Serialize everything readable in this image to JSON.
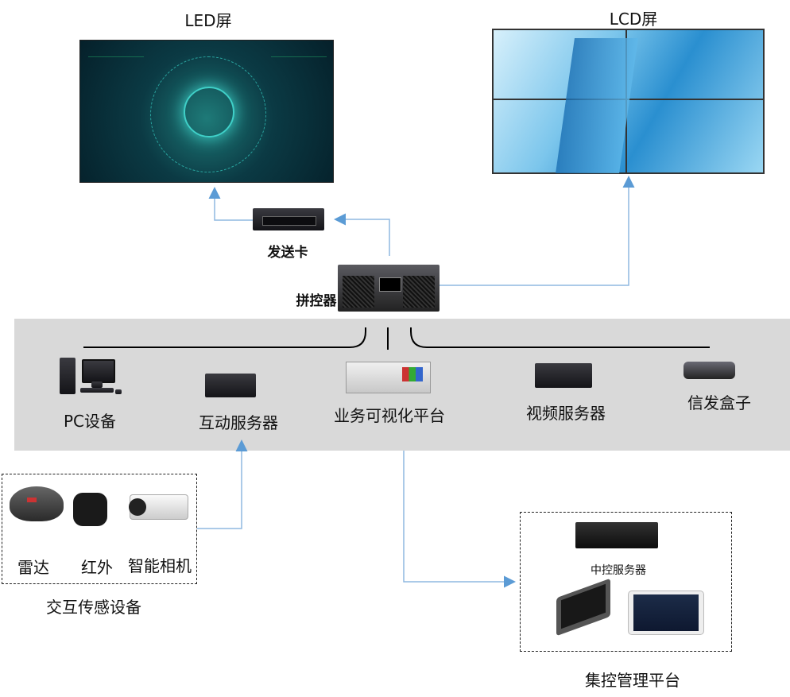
{
  "led": {
    "title": "LED屏"
  },
  "lcd": {
    "title": "LCD屏"
  },
  "sender": {
    "label": "发送卡"
  },
  "switcher": {
    "label": "拼控器"
  },
  "devices": [
    {
      "label": "PC设备",
      "icon": "pc-icon"
    },
    {
      "label": "互动服务器",
      "icon": "server-icon"
    },
    {
      "label": "业务可视化平台",
      "icon": "platform-server-icon"
    },
    {
      "label": "视频服务器",
      "icon": "server-icon"
    },
    {
      "label": "信发盒子",
      "icon": "media-box-icon"
    }
  ],
  "sensors": {
    "title": "交互传感设备",
    "items": [
      {
        "label": "雷达",
        "icon": "radar-icon"
      },
      {
        "label": "红外",
        "icon": "infrared-sensor-icon"
      },
      {
        "label": "智能相机",
        "icon": "camera-icon"
      }
    ]
  },
  "control": {
    "title": "集控管理平台",
    "server_label": "中控服务器"
  },
  "colors": {
    "arrow": "#5b9bd5",
    "band": "#d9d9d9"
  }
}
